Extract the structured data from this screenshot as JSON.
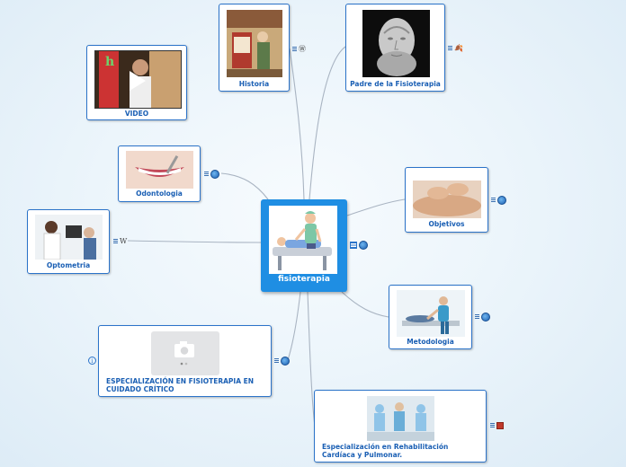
{
  "central": {
    "title": "fisioterapia"
  },
  "nodes": {
    "historia": "Historia",
    "padre": "Padre de la Fisioterapia",
    "video": "VIDEO",
    "odontologia": "Odontologia",
    "objetivos": "Objetivos",
    "optometria": "Optometria",
    "metodologia": "Metodologia",
    "especializacion_cuidado": "ESPECIALIZACIÓN EN FISIOTERAPIA EN CUIDADO CRÍTICO",
    "especializacion_rehab": "Especialización en Rehabilitación Cardíaca y Pulmonar."
  },
  "icons": {
    "wiki": "W",
    "info": "i"
  },
  "colors": {
    "accent": "#2b73c9",
    "central": "#1f8ee3",
    "link": "#a9b4c2"
  }
}
